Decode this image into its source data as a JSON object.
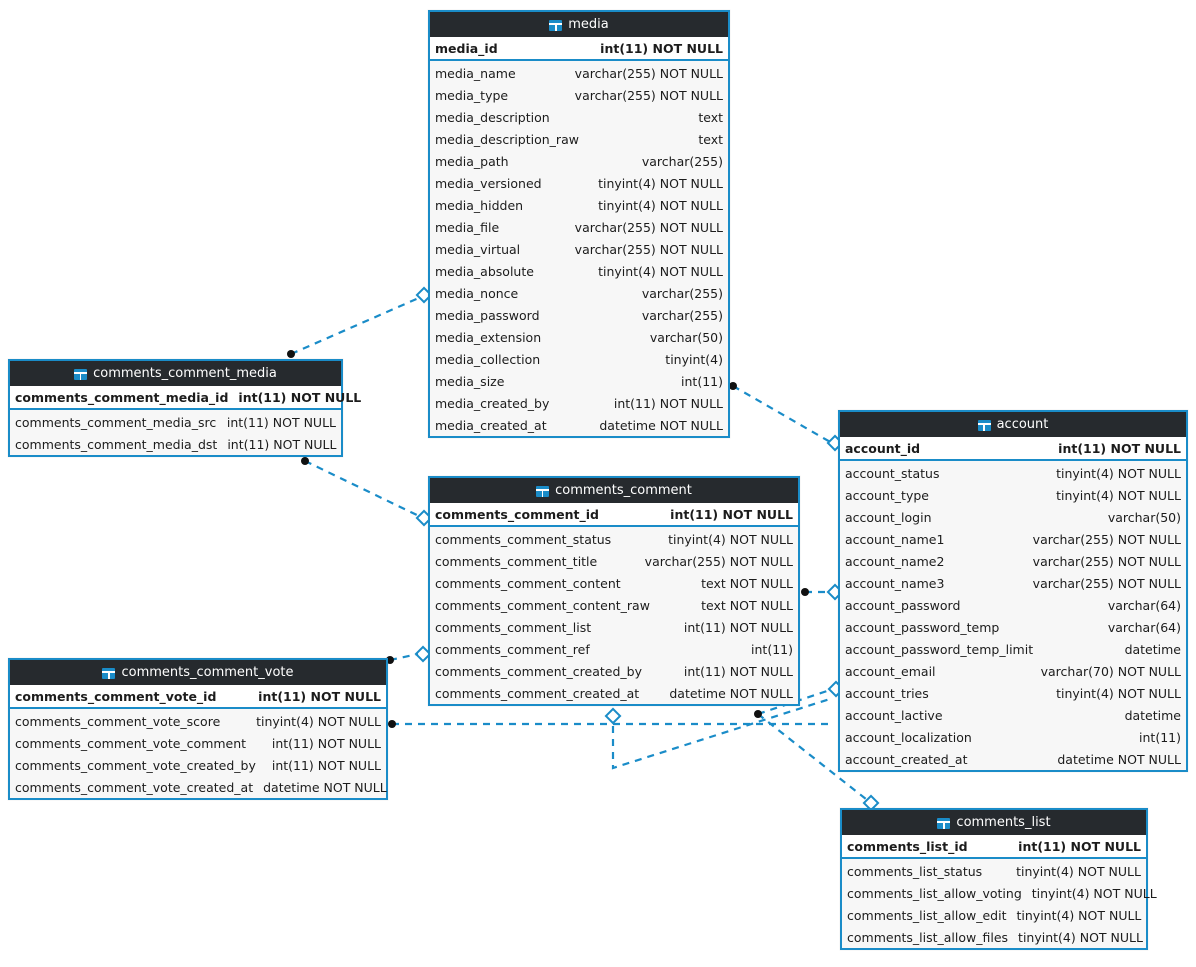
{
  "diagram": {
    "type": "entity-relationship-diagram",
    "title": "",
    "colors": {
      "accent": "#1a8cc8",
      "header_bg": "#262a2e",
      "header_text": "#ffffff",
      "row_bg": "#f7f7f7",
      "pk_row_bg": "#ffffff",
      "text": "#1c1c1c",
      "edge": "#1a8cc8",
      "edge_dot": "#111111"
    },
    "icon": "table-icon"
  },
  "entities": [
    {
      "id": "media",
      "name": "media",
      "pk": {
        "name": "media_id",
        "type": "int(11) NOT NULL"
      },
      "columns": [
        {
          "name": "media_name",
          "type": "varchar(255) NOT NULL"
        },
        {
          "name": "media_type",
          "type": "varchar(255) NOT NULL"
        },
        {
          "name": "media_description",
          "type": "text"
        },
        {
          "name": "media_description_raw",
          "type": "text"
        },
        {
          "name": "media_path",
          "type": "varchar(255)"
        },
        {
          "name": "media_versioned",
          "type": "tinyint(4) NOT NULL"
        },
        {
          "name": "media_hidden",
          "type": "tinyint(4) NOT NULL"
        },
        {
          "name": "media_file",
          "type": "varchar(255) NOT NULL"
        },
        {
          "name": "media_virtual",
          "type": "varchar(255) NOT NULL"
        },
        {
          "name": "media_absolute",
          "type": "tinyint(4) NOT NULL"
        },
        {
          "name": "media_nonce",
          "type": "varchar(255)"
        },
        {
          "name": "media_password",
          "type": "varchar(255)"
        },
        {
          "name": "media_extension",
          "type": "varchar(50)"
        },
        {
          "name": "media_collection",
          "type": "tinyint(4)"
        },
        {
          "name": "media_size",
          "type": "int(11)"
        },
        {
          "name": "media_created_by",
          "type": "int(11) NOT NULL"
        },
        {
          "name": "media_created_at",
          "type": "datetime NOT NULL"
        }
      ]
    },
    {
      "id": "comments_comment_media",
      "name": "comments_comment_media",
      "pk": {
        "name": "comments_comment_media_id",
        "type": "int(11) NOT NULL"
      },
      "columns": [
        {
          "name": "comments_comment_media_src",
          "type": "int(11) NOT NULL"
        },
        {
          "name": "comments_comment_media_dst",
          "type": "int(11) NOT NULL"
        }
      ]
    },
    {
      "id": "comments_comment",
      "name": "comments_comment",
      "pk": {
        "name": "comments_comment_id",
        "type": "int(11) NOT NULL"
      },
      "columns": [
        {
          "name": "comments_comment_status",
          "type": "tinyint(4) NOT NULL"
        },
        {
          "name": "comments_comment_title",
          "type": "varchar(255) NOT NULL"
        },
        {
          "name": "comments_comment_content",
          "type": "text NOT NULL"
        },
        {
          "name": "comments_comment_content_raw",
          "type": "text NOT NULL"
        },
        {
          "name": "comments_comment_list",
          "type": "int(11) NOT NULL"
        },
        {
          "name": "comments_comment_ref",
          "type": "int(11)"
        },
        {
          "name": "comments_comment_created_by",
          "type": "int(11) NOT NULL"
        },
        {
          "name": "comments_comment_created_at",
          "type": "datetime NOT NULL"
        }
      ]
    },
    {
      "id": "account",
      "name": "account",
      "pk": {
        "name": "account_id",
        "type": "int(11) NOT NULL"
      },
      "columns": [
        {
          "name": "account_status",
          "type": "tinyint(4) NOT NULL"
        },
        {
          "name": "account_type",
          "type": "tinyint(4) NOT NULL"
        },
        {
          "name": "account_login",
          "type": "varchar(50)"
        },
        {
          "name": "account_name1",
          "type": "varchar(255) NOT NULL"
        },
        {
          "name": "account_name2",
          "type": "varchar(255) NOT NULL"
        },
        {
          "name": "account_name3",
          "type": "varchar(255) NOT NULL"
        },
        {
          "name": "account_password",
          "type": "varchar(64)"
        },
        {
          "name": "account_password_temp",
          "type": "varchar(64)"
        },
        {
          "name": "account_password_temp_limit",
          "type": "datetime"
        },
        {
          "name": "account_email",
          "type": "varchar(70) NOT NULL"
        },
        {
          "name": "account_tries",
          "type": "tinyint(4) NOT NULL"
        },
        {
          "name": "account_lactive",
          "type": "datetime"
        },
        {
          "name": "account_localization",
          "type": "int(11)"
        },
        {
          "name": "account_created_at",
          "type": "datetime NOT NULL"
        }
      ]
    },
    {
      "id": "comments_comment_vote",
      "name": "comments_comment_vote",
      "pk": {
        "name": "comments_comment_vote_id",
        "type": "int(11) NOT NULL"
      },
      "columns": [
        {
          "name": "comments_comment_vote_score",
          "type": "tinyint(4) NOT NULL"
        },
        {
          "name": "comments_comment_vote_comment",
          "type": "int(11) NOT NULL"
        },
        {
          "name": "comments_comment_vote_created_by",
          "type": "int(11) NOT NULL"
        },
        {
          "name": "comments_comment_vote_created_at",
          "type": "datetime NOT NULL"
        }
      ]
    },
    {
      "id": "comments_list",
      "name": "comments_list",
      "pk": {
        "name": "comments_list_id",
        "type": "int(11) NOT NULL"
      },
      "columns": [
        {
          "name": "comments_list_status",
          "type": "tinyint(4) NOT NULL"
        },
        {
          "name": "comments_list_allow_voting",
          "type": "tinyint(4) NOT NULL"
        },
        {
          "name": "comments_list_allow_edit",
          "type": "tinyint(4) NOT NULL"
        },
        {
          "name": "comments_list_allow_files",
          "type": "tinyint(4) NOT NULL"
        }
      ]
    }
  ],
  "relationships": [
    {
      "id": "rel-ccmedia-media",
      "from": "comments_comment_media",
      "to": "media",
      "style": "dashed"
    },
    {
      "id": "rel-ccmedia-ccomment",
      "from": "comments_comment_media",
      "to": "comments_comment",
      "style": "dashed"
    },
    {
      "id": "rel-media-account",
      "from": "media",
      "to": "account",
      "style": "dashed"
    },
    {
      "id": "rel-ccomment-account",
      "from": "comments_comment",
      "to": "account",
      "style": "dashed"
    },
    {
      "id": "rel-ccvote-ccomment",
      "from": "comments_comment_vote",
      "to": "comments_comment",
      "style": "dashed"
    },
    {
      "id": "rel-ccvote-account",
      "from": "comments_comment_vote",
      "to": "account",
      "style": "dashed"
    },
    {
      "id": "rel-ccomment-clist",
      "from": "comments_comment",
      "to": "comments_list",
      "style": "dashed"
    }
  ]
}
